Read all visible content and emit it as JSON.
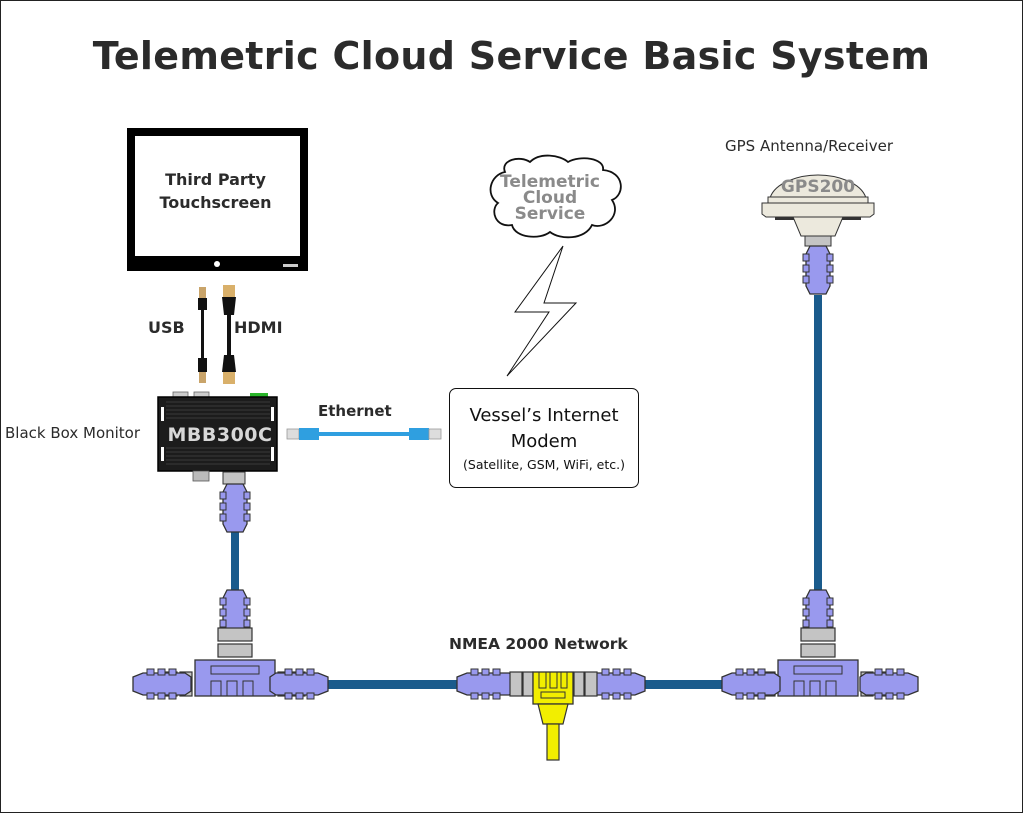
{
  "title": "Telemetric Cloud Service Basic System",
  "labels": {
    "touchscreen": [
      "Third Party",
      "Touchscreen"
    ],
    "usb": "USB",
    "hdmi": "HDMI",
    "black_box_monitor": "Black Box Monitor",
    "mbb_model": "MBB300C",
    "ethernet": "Ethernet",
    "cloud": [
      "Telemetric",
      "Cloud",
      "Service"
    ],
    "modem": [
      "Vessel’s Internet",
      "Modem",
      "(Satellite, GSM, WiFi, etc.)"
    ],
    "gps_caption": "GPS Antenna/Receiver",
    "gps_model": "GPS200",
    "network": "NMEA 2000 Network"
  },
  "colors": {
    "connector_fill": "#9999ee",
    "cable_blue": "#1a5b8c",
    "ethernet_blue": "#2f9fe0",
    "terminator_yellow": "#f2ee00",
    "coupler_gray": "#c4c4c4",
    "text_dark": "#2b2b2b"
  }
}
